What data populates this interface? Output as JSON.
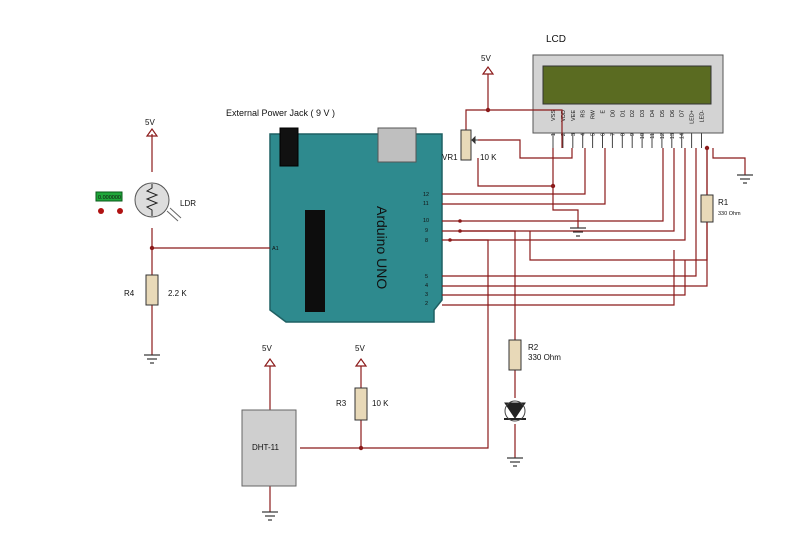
{
  "labels": {
    "power_jack": "External Power Jack ( 9 V )",
    "lcd": "LCD",
    "arduino": "Arduino UNO",
    "ldr": "LDR",
    "r4": "R4",
    "r4_value": "2.2 K",
    "vr1": "VR1",
    "vr1_value": "10 K",
    "r1": "R1",
    "r1_value": "330 Ohm",
    "r2": "R2",
    "r2_value": "330 Ohm",
    "r3": "R3",
    "r3_value": "10 K",
    "dht": "DHT-11",
    "v_ldr": "5V",
    "v_vr1": "5V",
    "v_dht": "5V",
    "v_r3": "5V",
    "ldr_readout": "0.000000",
    "pin_a1": "A1"
  },
  "arduino_pins": [
    "12",
    "11",
    "10",
    "9",
    "8",
    "5",
    "4",
    "3",
    "2"
  ],
  "lcd_pins": [
    {
      "name": "VSS",
      "num": "1"
    },
    {
      "name": "VDD",
      "num": "2"
    },
    {
      "name": "VEE",
      "num": "3"
    },
    {
      "name": "RS",
      "num": "4"
    },
    {
      "name": "RW",
      "num": "5"
    },
    {
      "name": "E",
      "num": "6"
    },
    {
      "name": "D0",
      "num": "7"
    },
    {
      "name": "D1",
      "num": "8"
    },
    {
      "name": "D2",
      "num": "9"
    },
    {
      "name": "D3",
      "num": "10"
    },
    {
      "name": "D4",
      "num": "11"
    },
    {
      "name": "D5",
      "num": "12"
    },
    {
      "name": "D6",
      "num": "13"
    },
    {
      "name": "D7",
      "num": "14"
    },
    {
      "name": "LED+",
      "num": ""
    },
    {
      "name": "LED-",
      "num": ""
    }
  ],
  "colors": {
    "board": "#2e8a8e",
    "board_edge": "#1f6063",
    "lcd_screen": "#5a6b21",
    "wire": "#8b1a1a",
    "readout": "#1fa63a"
  }
}
